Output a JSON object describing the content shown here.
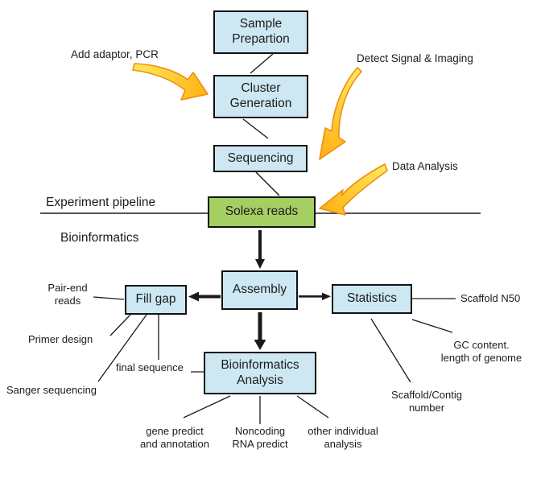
{
  "labels": {
    "experiment_pipeline": "Experiment pipeline",
    "bioinformatics": "Bioinformatics"
  },
  "boxes": {
    "sample_preparation": "Sample\nPrepartion",
    "cluster_generation": "Cluster\nGeneration",
    "sequencing": "Sequencing",
    "solexa_reads": "Solexa reads",
    "assembly": "Assembly",
    "fill_gap": "Fill gap",
    "statistics": "Statistics",
    "bioinformatics_analysis": "Bioinformatics\nAnalysis"
  },
  "process_annotations": {
    "add_adaptor": "Add adaptor, PCR",
    "detect_signal": "Detect Signal & Imaging",
    "data_analysis": "Data Analysis"
  },
  "fill_gap_related": {
    "pair_end": "Pair-end\nreads",
    "primer_design": "Primer design",
    "final_sequence": "final sequence",
    "sanger_sequencing": "Sanger sequencing"
  },
  "statistics_related": {
    "scaffold_n50": "Scaffold N50",
    "gc_content": "GC content.\nlength of genome",
    "scaffold_contig": "Scaffold/Contig\nnumber"
  },
  "analysis_related": {
    "gene_predict": "gene predict\nand annotation",
    "noncoding": "Noncoding\nRNA predict",
    "other_individual": "other individual\nanalysis"
  },
  "colors": {
    "box_blue": "#cde8f3",
    "box_green": "#a5cf63",
    "arrow_yellow": "#ffe558",
    "arrow_orange": "#ffb418",
    "arrow_outline": "#ef8d0f",
    "line_black": "#1a1a1a"
  }
}
